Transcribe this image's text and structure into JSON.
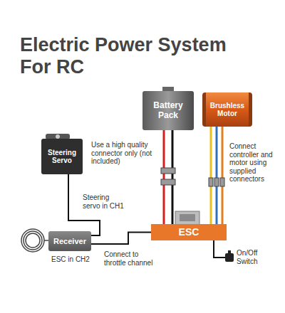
{
  "diagram": {
    "title": "Electric Power System For RC",
    "nodes": [
      {
        "text": [
          "Battery Pack"
        ]
      },
      {
        "text": [
          "Brushless Motor"
        ]
      },
      {
        "text": [
          "Steering Servo"
        ]
      },
      {
        "text": [
          "Receiver"
        ]
      },
      {
        "text": [
          "ESC"
        ]
      }
    ],
    "edges": [
      {
        "from": 0,
        "to": 4,
        "arrow": "none"
      },
      {
        "from": 1,
        "to": 4,
        "arrow": "none"
      },
      {
        "from": 2,
        "to": 3,
        "arrow": "none"
      },
      {
        "from": 4,
        "to": 3,
        "arrow": "none"
      }
    ],
    "labels": [
      "Use a high quality connector only (not included)",
      "Connect controller and motor using supplied connectors",
      "Steering servo in CH1",
      "ESC in CH2",
      "Connect to throttle channel",
      "On/Off Switch"
    ]
  }
}
